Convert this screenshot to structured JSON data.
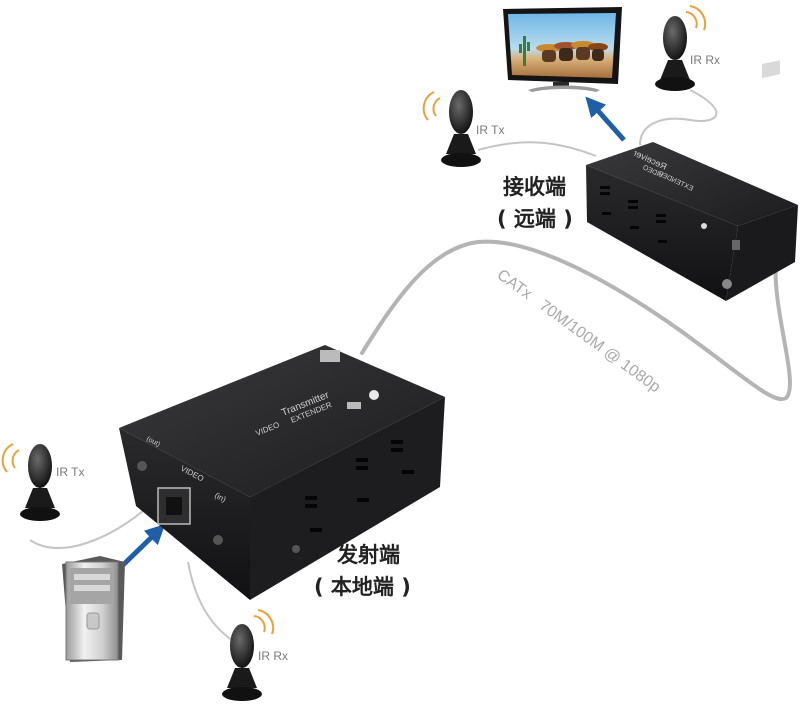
{
  "labels": {
    "receiver_title": "接收端",
    "receiver_subtitle": "( 远端 )",
    "transmitter_title": "发射端",
    "transmitter_subtitle": "( 本地端 )",
    "cable": "CATx   70M/100M @ 1080p",
    "ir_tx_remote": "IR Tx",
    "ir_rx_remote": "IR Rx",
    "ir_tx_local": "IR Tx",
    "ir_rx_local": "IR Rx"
  },
  "devices": {
    "transmitter": {
      "line1": "Transmitter",
      "line2": "VIDEO",
      "line3": "EXTENDER",
      "port_video": "VIDEO",
      "port_in": "(in)",
      "port_out": "(out)"
    },
    "receiver": {
      "line1": "Receiver",
      "line2": "VIDEO",
      "line3": "EXTENDER"
    }
  },
  "colors": {
    "arrow": "#1f5fa8",
    "cable": "#b4b4b4",
    "wire": "#c4c4c4",
    "label_text": "#222222",
    "cable_text": "#a9a9a9",
    "ir_waves": "#e8a23a"
  }
}
